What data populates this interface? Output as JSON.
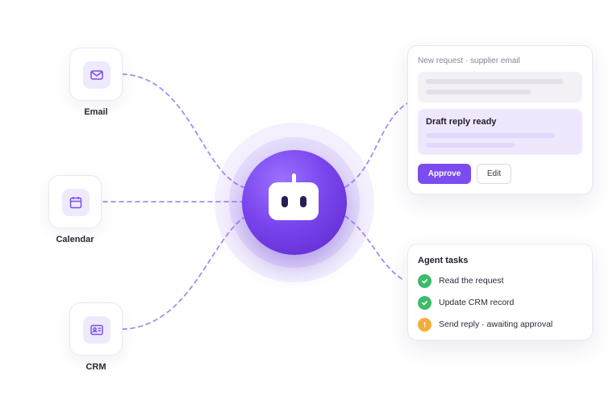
{
  "sources": [
    {
      "id": "email",
      "label": "Email",
      "icon": "mail-icon"
    },
    {
      "id": "calendar",
      "label": "Calendar",
      "icon": "calendar-icon"
    },
    {
      "id": "crm",
      "label": "CRM",
      "icon": "contact-card-icon"
    }
  ],
  "agent": {
    "icon": "robot-icon"
  },
  "request_card": {
    "title": "New request · supplier email",
    "draft_label": "Draft reply ready",
    "approve_label": "Approve",
    "edit_label": "Edit"
  },
  "tasks_card": {
    "title": "Agent tasks",
    "items": [
      {
        "text": "Read the request",
        "status": "done"
      },
      {
        "text": "Update CRM record",
        "status": "done"
      },
      {
        "text": "Send reply · awaiting approval",
        "status": "pending"
      }
    ]
  },
  "colors": {
    "accent": "#7b4cf0",
    "connector": "#a98cf0",
    "done": "#3dbb6a",
    "pending": "#f3ad3c"
  }
}
